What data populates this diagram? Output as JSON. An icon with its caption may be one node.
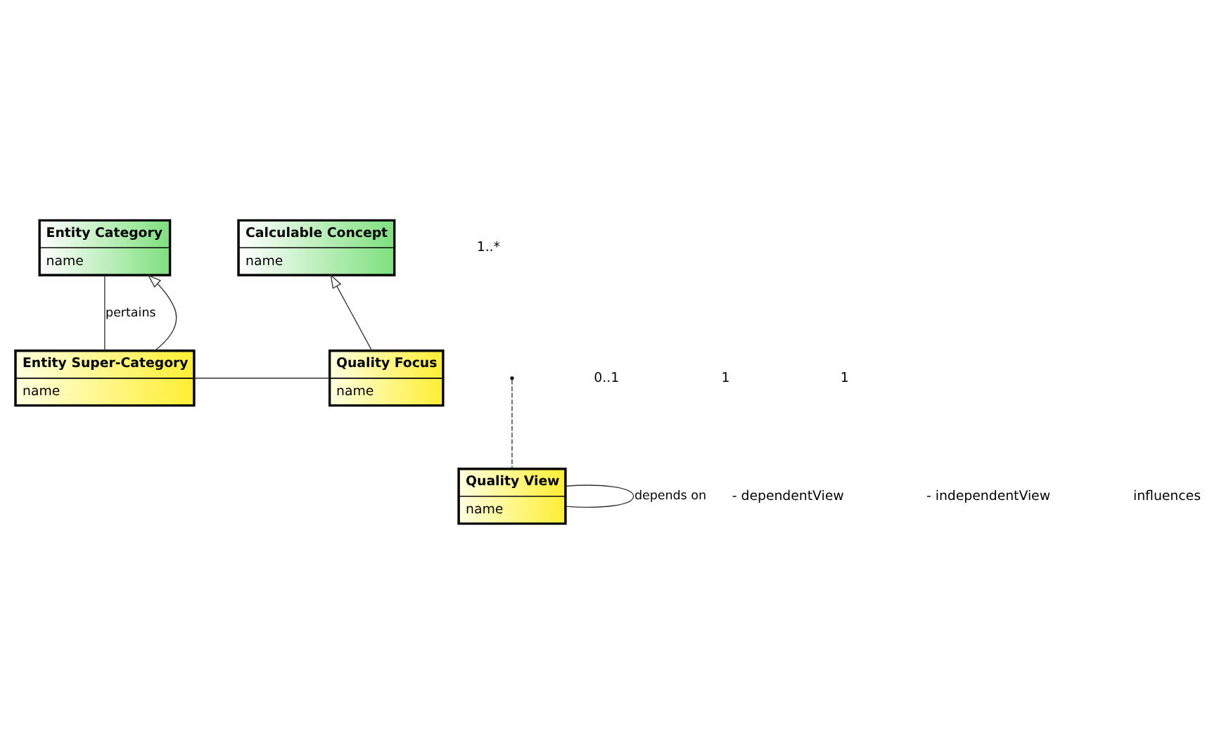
{
  "diagram": {
    "nodes": [
      {
        "text": [
          "Entity Category",
          "name"
        ]
      },
      {
        "text": [
          "Calculable Concept",
          "name"
        ]
      },
      {
        "text": [
          "Entity Super-Category",
          "name"
        ]
      },
      {
        "text": [
          "Quality Focus",
          "name"
        ]
      },
      {
        "text": [
          "Quality View",
          "name"
        ]
      }
    ],
    "edges": [
      {
        "from": 2,
        "to": 0,
        "arrow": "to"
      },
      {
        "from": 3,
        "to": 1,
        "arrow": "to"
      },
      {
        "from": 0,
        "to": 2,
        "arrow": "none",
        "label": "pertains"
      },
      {
        "from": 2,
        "to": 3,
        "arrow": "none"
      },
      {
        "from": 4,
        "to": null,
        "arrow": "none",
        "style": "dashed"
      },
      {
        "from": 4,
        "to": 4,
        "arrow": "none",
        "label": "depends on"
      }
    ],
    "labels": [
      "1..*",
      "0..1",
      "1",
      "1",
      "- dependentView",
      "- independentView",
      "influences"
    ]
  }
}
